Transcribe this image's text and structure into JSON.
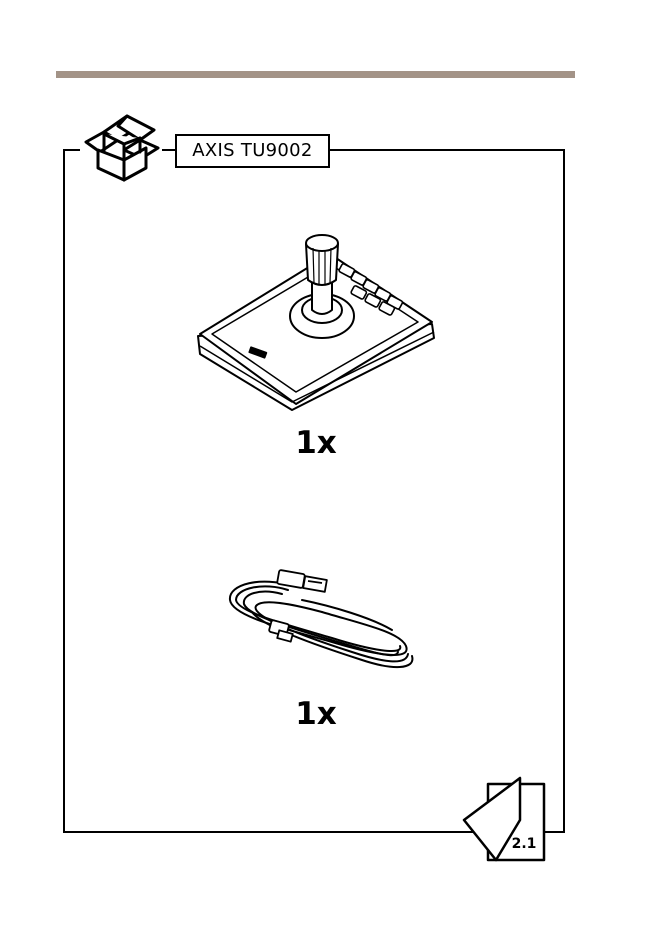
{
  "header": {
    "model": "AXIS TU9002"
  },
  "items": [
    {
      "name": "joystick",
      "icon": "joystick-icon",
      "quantity": "1x"
    },
    {
      "name": "usb-cable",
      "icon": "usb-cable-icon",
      "quantity": "1x"
    }
  ],
  "manual": {
    "icon": "manual-icon",
    "section": "2.1"
  },
  "colors": {
    "rule": "#a39387",
    "line": "#000000"
  }
}
